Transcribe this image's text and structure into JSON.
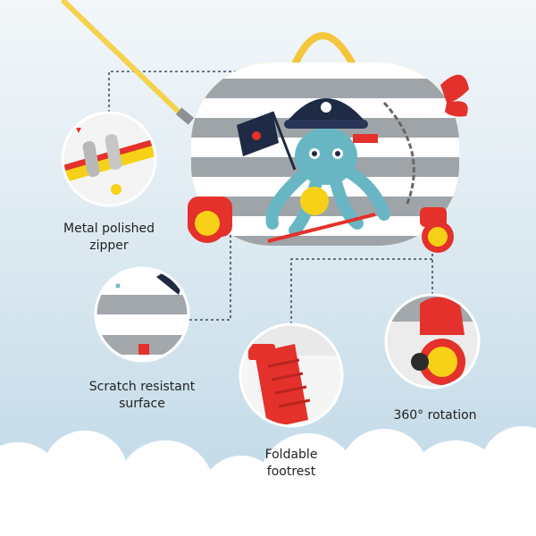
{
  "features": {
    "zipper": {
      "line1": "Metal polished",
      "line2": "zipper",
      "icon": "zipper-closeup"
    },
    "surface": {
      "line1": "Scratch resistant",
      "line2": "surface",
      "icon": "surface-closeup"
    },
    "footrest": {
      "line1": "Foldable",
      "line2": "footrest",
      "icon": "footrest-closeup"
    },
    "rotation": {
      "line1": "360° rotation",
      "icon": "wheel-closeup"
    }
  },
  "colors": {
    "accent_red": "#e4312b",
    "accent_yellow": "#f7d117",
    "stripe_gray": "#9aa0a6",
    "octopus_teal": "#68b6c4",
    "sky_blue": "#bdd7e6",
    "cloud_white": "#ffffff",
    "connector_navy": "#1f2a44"
  }
}
